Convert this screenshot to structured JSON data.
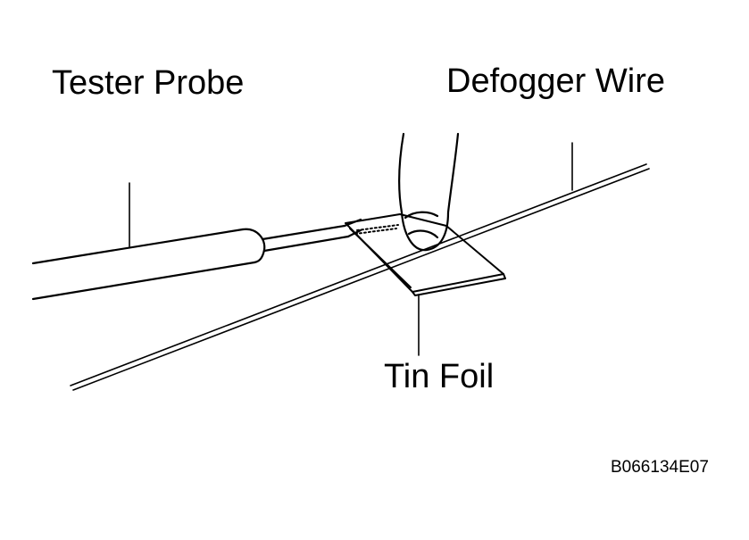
{
  "labels": {
    "tester_probe": "Tester Probe",
    "defogger_wire": "Defogger Wire",
    "tin_foil": "Tin Foil"
  },
  "figure_code": "B066134E07",
  "colors": {
    "line": "#000000",
    "background": "#ffffff"
  }
}
